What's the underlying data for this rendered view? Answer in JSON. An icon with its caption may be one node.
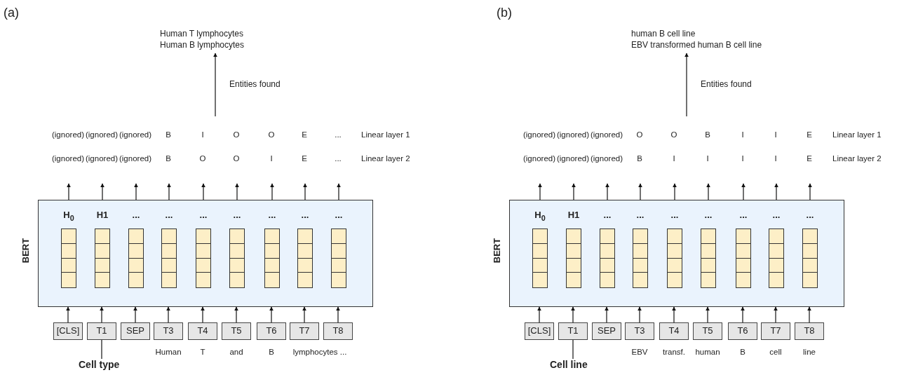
{
  "diagram": {
    "nodes": [
      {
        "text": [
          "Human T lymphocytes",
          "Human B lymphocytes"
        ]
      },
      {
        "text": [
          "BERT"
        ]
      },
      {
        "text": [
          "H$_{0}$"
        ],
        "in": 1
      },
      {
        "text": [
          "H1"
        ],
        "in": 1
      },
      {
        "text": [
          "..."
        ],
        "in": 1
      },
      {
        "text": [
          "..."
        ],
        "in": 1
      },
      {
        "text": [
          "..."
        ],
        "in": 1
      },
      {
        "text": [
          "..."
        ],
        "in": 1
      },
      {
        "text": [
          "..."
        ],
        "in": 1
      },
      {
        "text": [
          "..."
        ],
        "in": 1
      },
      {
        "text": [
          "..."
        ],
        "in": 1
      },
      {
        "text": [
          "[CLS]"
        ]
      },
      {
        "text": [
          "T1"
        ]
      },
      {
        "text": [
          "SEP"
        ]
      },
      {
        "text": [
          "T3"
        ],
        "beside": [
          "Human"
        ]
      },
      {
        "text": [
          "T4"
        ],
        "beside": [
          "T"
        ]
      },
      {
        "text": [
          "T5"
        ],
        "beside": [
          "and"
        ]
      },
      {
        "text": [
          "T6"
        ],
        "beside": [
          "B"
        ]
      },
      {
        "text": [
          "T7"
        ],
        "beside": [
          "lymphocytes ..."
        ]
      },
      {
        "text": [
          "T8"
        ]
      },
      {
        "text": [
          "Cell type"
        ]
      },
      {
        "text": [
          "human B cell line",
          "EBV transformed human B cell line"
        ]
      },
      {
        "text": [
          "BERT"
        ]
      },
      {
        "text": [
          "H$_{0}$"
        ],
        "in": 22
      },
      {
        "text": [
          "H1"
        ],
        "in": 22
      },
      {
        "text": [
          "..."
        ],
        "in": 22
      },
      {
        "text": [
          "..."
        ],
        "in": 22
      },
      {
        "text": [
          "..."
        ],
        "in": 22
      },
      {
        "text": [
          "..."
        ],
        "in": 22
      },
      {
        "text": [
          "..."
        ],
        "in": 22
      },
      {
        "text": [
          "..."
        ],
        "in": 22
      },
      {
        "text": [
          "..."
        ],
        "in": 22
      },
      {
        "text": [
          "[CLS]"
        ]
      },
      {
        "text": [
          "T1"
        ]
      },
      {
        "text": [
          "SEP"
        ]
      },
      {
        "text": [
          "T3"
        ],
        "beside": [
          "EBV"
        ]
      },
      {
        "text": [
          "T4"
        ],
        "beside": [
          "transf."
        ]
      },
      {
        "text": [
          "T5"
        ],
        "beside": [
          "human"
        ]
      },
      {
        "text": [
          "T6"
        ],
        "beside": [
          "B"
        ]
      },
      {
        "text": [
          "T7"
        ],
        "beside": [
          "cell"
        ]
      },
      {
        "text": [
          "T8"
        ],
        "beside": [
          "line"
        ]
      },
      {
        "text": [
          "Cell line"
        ]
      }
    ],
    "edges": [
      {
        "from": null,
        "to": 0,
        "arrow": "to",
        "label": "Entities found"
      },
      {
        "from": 1,
        "to": null,
        "arrow": "to"
      },
      {
        "from": 1,
        "to": null,
        "arrow": "to"
      },
      {
        "from": 1,
        "to": null,
        "arrow": "to"
      },
      {
        "from": 1,
        "to": null,
        "arrow": "to"
      },
      {
        "from": 1,
        "to": null,
        "arrow": "to"
      },
      {
        "from": 1,
        "to": null,
        "arrow": "to"
      },
      {
        "from": 1,
        "to": null,
        "arrow": "to"
      },
      {
        "from": 1,
        "to": null,
        "arrow": "to"
      },
      {
        "from": 1,
        "to": null,
        "arrow": "to"
      },
      {
        "from": 11,
        "to": 1,
        "arrow": "to"
      },
      {
        "from": 12,
        "to": 1,
        "arrow": "to"
      },
      {
        "from": 13,
        "to": 1,
        "arrow": "to"
      },
      {
        "from": 14,
        "to": 1,
        "arrow": "to"
      },
      {
        "from": 15,
        "to": 1,
        "arrow": "to"
      },
      {
        "from": 16,
        "to": 1,
        "arrow": "to"
      },
      {
        "from": 17,
        "to": 1,
        "arrow": "to"
      },
      {
        "from": 18,
        "to": 1,
        "arrow": "to"
      },
      {
        "from": 19,
        "to": 1,
        "arrow": "to"
      },
      {
        "from": 20,
        "to": 12,
        "arrow": "none"
      },
      {
        "from": null,
        "to": 21,
        "arrow": "to",
        "label": "Entities found"
      },
      {
        "from": 22,
        "to": null,
        "arrow": "to"
      },
      {
        "from": 22,
        "to": null,
        "arrow": "to"
      },
      {
        "from": 22,
        "to": null,
        "arrow": "to"
      },
      {
        "from": 22,
        "to": null,
        "arrow": "to"
      },
      {
        "from": 22,
        "to": null,
        "arrow": "to"
      },
      {
        "from": 22,
        "to": null,
        "arrow": "to"
      },
      {
        "from": 22,
        "to": null,
        "arrow": "to"
      },
      {
        "from": 22,
        "to": null,
        "arrow": "to"
      },
      {
        "from": 22,
        "to": null,
        "arrow": "to"
      },
      {
        "from": 32,
        "to": 22,
        "arrow": "to"
      },
      {
        "from": 33,
        "to": 22,
        "arrow": "to"
      },
      {
        "from": 34,
        "to": 22,
        "arrow": "to"
      },
      {
        "from": 35,
        "to": 22,
        "arrow": "to"
      },
      {
        "from": 36,
        "to": 22,
        "arrow": "to"
      },
      {
        "from": 37,
        "to": 22,
        "arrow": "to"
      },
      {
        "from": 38,
        "to": 22,
        "arrow": "to"
      },
      {
        "from": 39,
        "to": 22,
        "arrow": "to"
      },
      {
        "from": 40,
        "to": 22,
        "arrow": "to"
      },
      {
        "from": 41,
        "to": 33,
        "arrow": "none"
      }
    ],
    "labels": [
      "(a)",
      "(ignored)",
      "(ignored)",
      "(ignored)",
      "B",
      "I",
      "O",
      "O",
      "E",
      "...",
      "Linear layer 1",
      "(ignored)",
      "(ignored)",
      "(ignored)",
      "B",
      "O",
      "O",
      "I",
      "E",
      "...",
      "Linear layer 2",
      "(b)",
      "(ignored)",
      "(ignored)",
      "(ignored)",
      "O",
      "O",
      "B",
      "I",
      "I",
      "E",
      "Linear layer 1",
      "(ignored)",
      "(ignored)",
      "(ignored)",
      "B",
      "I",
      "I",
      "I",
      "I",
      "E",
      "Linear layer 2"
    ]
  }
}
